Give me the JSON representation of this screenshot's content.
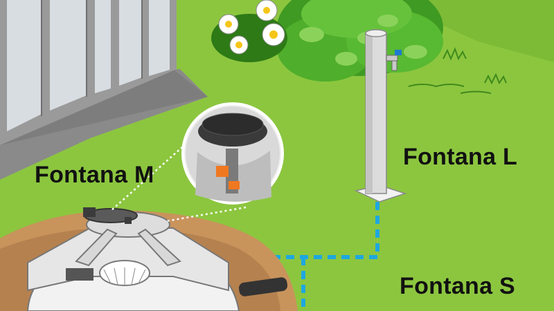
{
  "labels": {
    "fontana_m": "Fontana M",
    "fontana_l": "Fontana L",
    "fontana_s": "Fontana S"
  },
  "colors": {
    "grass": "#8cc63f",
    "grass_dark": "#79b531",
    "pipe_dashed": "#1ea7e0",
    "post": "#dcdcdc",
    "ground": "#c9935c",
    "window_frame": "#a9a9a9",
    "patio": "#8a8a8a"
  },
  "icons": [
    "faucet-icon",
    "daisy-flower-icon",
    "magnifier-detail-icon"
  ]
}
